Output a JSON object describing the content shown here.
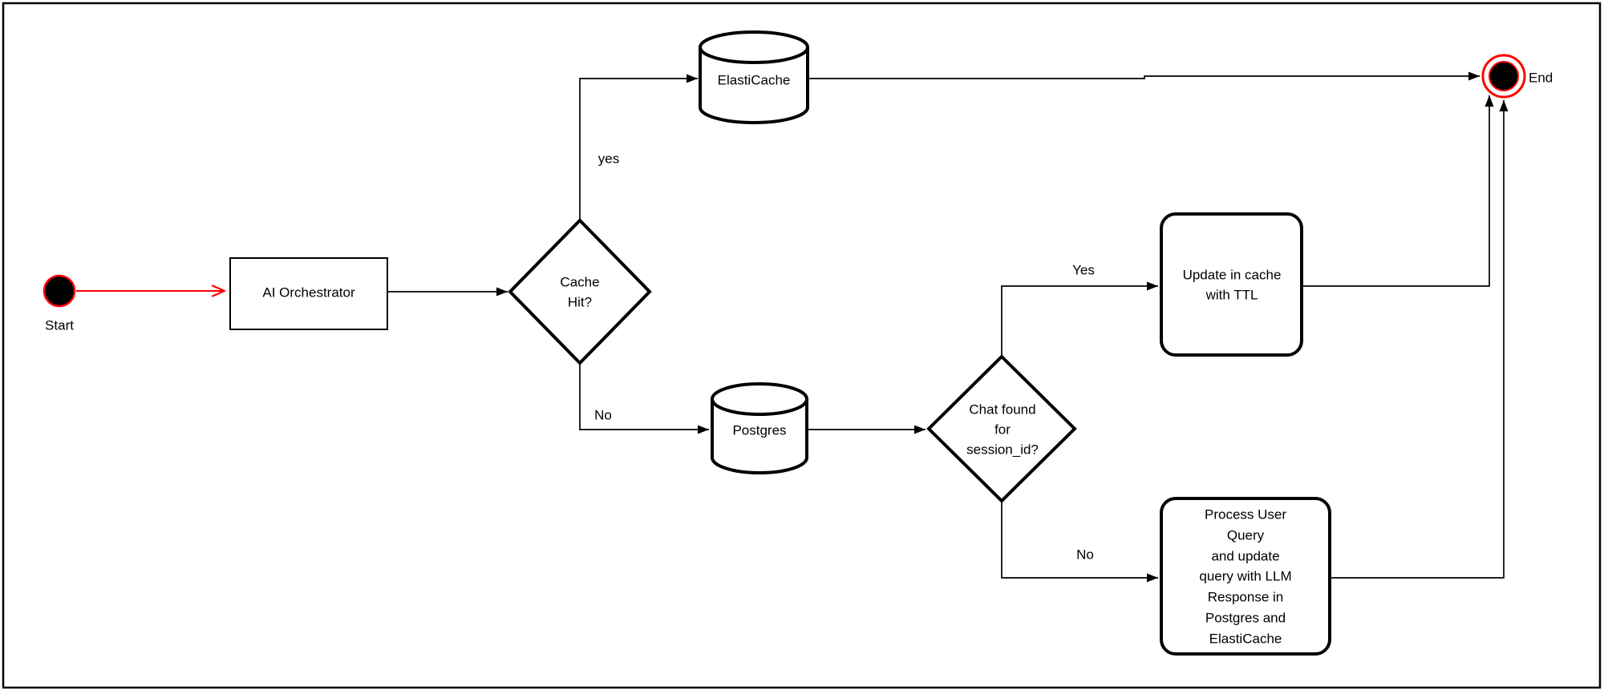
{
  "diagram": {
    "start": {
      "label": "Start"
    },
    "orchestrator": {
      "label": "AI Orchestrator"
    },
    "cache_hit_decision": {
      "lines": [
        "Cache",
        "Hit?"
      ]
    },
    "elasticache": {
      "label": "ElastiCache"
    },
    "postgres": {
      "label": "Postgres"
    },
    "chat_found_decision": {
      "lines": [
        "Chat found",
        "for",
        "session_id?"
      ]
    },
    "update_cache": {
      "lines": [
        "Update in cache",
        "with TTL"
      ]
    },
    "process_query": {
      "lines": [
        "Process User",
        "Query",
        "and update",
        "query with LLM",
        "Response in",
        "Postgres and",
        "ElastiCache"
      ]
    },
    "end": {
      "label": "End"
    },
    "edge_labels": {
      "cache_hit_yes": "yes",
      "cache_hit_no": "No",
      "chat_found_yes": "Yes",
      "chat_found_no": "No"
    }
  },
  "colors": {
    "accent": "#FF0000",
    "stroke": "#000000",
    "background": "#FFFFFF"
  }
}
